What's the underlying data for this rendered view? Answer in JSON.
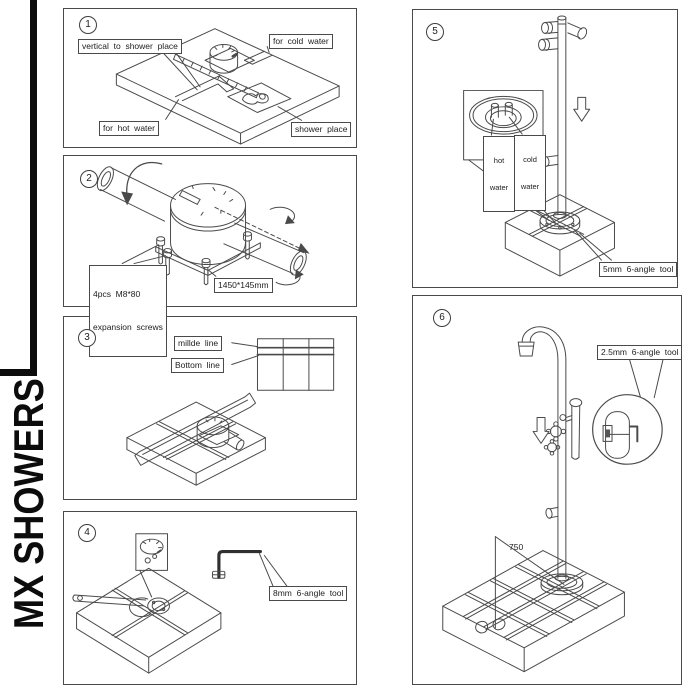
{
  "brand": {
    "name": "MX SHOWERS"
  },
  "colors": {
    "line": "#4a4a4a",
    "panel_border": "#4a4a4a",
    "brand": "#0c0c0c"
  },
  "panels": [
    {
      "number": "1",
      "labels": {
        "vertical_place": "vertical  to  shower  place",
        "cold": "for  cold  water",
        "hot": "for  hot  water",
        "place": "shower  place"
      }
    },
    {
      "number": "2",
      "labels": {
        "screws1": "4pcs  M8*80",
        "screws2": "expansion  screws",
        "size": "1450*145mm"
      }
    },
    {
      "number": "3",
      "labels": {
        "middle": "millde  line",
        "bottom": "Bottom  line"
      }
    },
    {
      "number": "4",
      "labels": {
        "tool": "8mm  6-angle  tool"
      }
    },
    {
      "number": "5",
      "labels": {
        "hot1": "hot",
        "hot2": "water",
        "cold1": "cold",
        "cold2": "water",
        "tool": "5mm  6-angle  tool"
      }
    },
    {
      "number": "6",
      "labels": {
        "tool": "2.5mm  6-angle  tool",
        "dim": "750"
      }
    }
  ]
}
